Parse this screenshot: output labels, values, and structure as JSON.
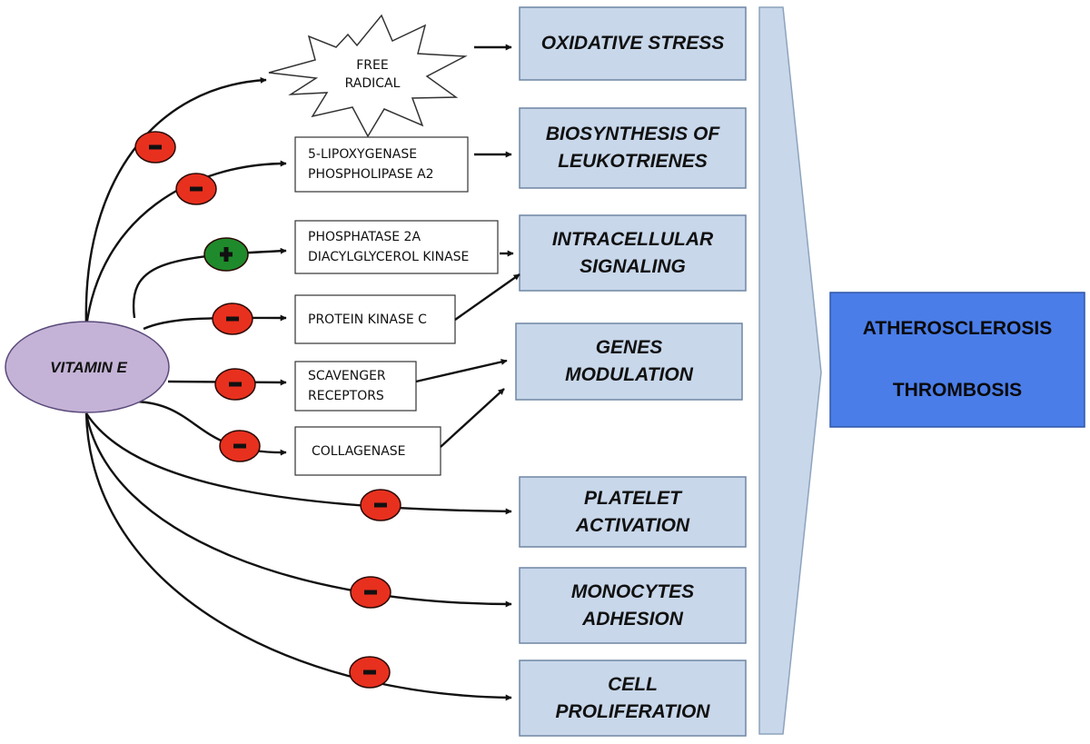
{
  "source": {
    "label": "VITAMIN E",
    "color": "#c4b3d6"
  },
  "free_radical": {
    "label": "FREE\nRADICAL"
  },
  "mediators": [
    {
      "id": "lipoxygenase",
      "label": "5-LIPOXYGENASE\nPHOSPHOLIPASE A2",
      "sign": "-"
    },
    {
      "id": "phosphatase",
      "label": "PHOSPHATASE 2A\nDIACYLGLYCEROL KINASE",
      "sign": "+"
    },
    {
      "id": "pkc",
      "label": "PROTEIN KINASE C",
      "sign": "-"
    },
    {
      "id": "scavenger",
      "label": "SCAVENGER\nRECEPTORS",
      "sign": "-"
    },
    {
      "id": "collagenase",
      "label": "COLLAGENASE",
      "sign": "-"
    }
  ],
  "effects": [
    {
      "id": "oxidative",
      "label": "OXIDATIVE STRESS"
    },
    {
      "id": "leukotrienes",
      "label": "BIOSYNTHESIS OF\nLEUKOTRIENES"
    },
    {
      "id": "signaling",
      "label": "INTRACELLULAR\nSIGNALING"
    },
    {
      "id": "genes",
      "label": "GENES\nMODULATION"
    },
    {
      "id": "platelet",
      "label": "PLATELET\nACTIVATION"
    },
    {
      "id": "monocytes",
      "label": "MONOCYTES\nADHESION"
    },
    {
      "id": "proliferation",
      "label": "CELL\nPROLIFERATION"
    }
  ],
  "outcome": {
    "line1": "ATHEROSCLEROSIS",
    "line2": "THROMBOSIS",
    "color": "#4a7de8"
  },
  "colors": {
    "effect_box": "#c8d7ea",
    "inhibit": "#e8301e",
    "stimulate": "#1f8a2b",
    "arrow": "#111111"
  }
}
